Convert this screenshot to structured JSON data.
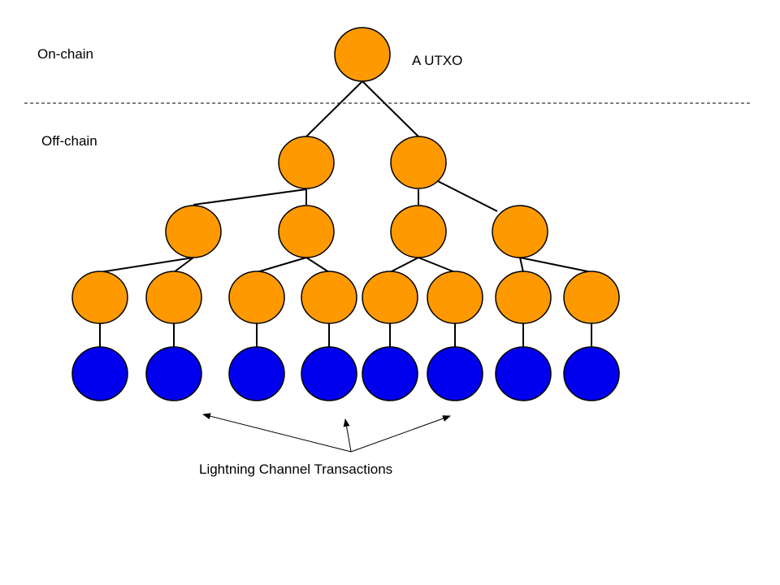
{
  "labels": {
    "on_chain": "On-chain",
    "off_chain": "Off-chain",
    "root": "A UTXO",
    "caption": "Lightning Channel Transactions"
  },
  "colors": {
    "tree_node": "#FF9900",
    "channel_node": "#0000EE",
    "stroke": "#000000",
    "background": "#FFFFFF"
  }
}
